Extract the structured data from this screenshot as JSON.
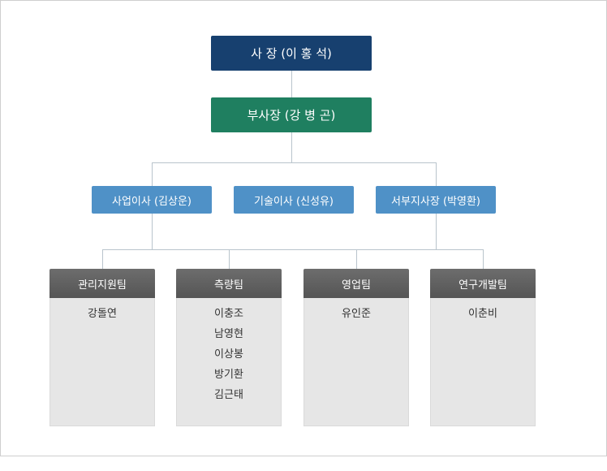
{
  "ceo": "사 장 (이 홍 석)",
  "vice_president": "부사장 (강 병 곤)",
  "directors": [
    "사업이사 (김상운)",
    "기술이사 (신성유)",
    "서부지사장 (박영환)"
  ],
  "teams": [
    {
      "name": "관리지원팀",
      "members": [
        "강돌연"
      ]
    },
    {
      "name": "측량팀",
      "members": [
        "이충조",
        "남영현",
        "이상봉",
        "방기환",
        "김근태"
      ]
    },
    {
      "name": "영업팀",
      "members": [
        "유인준"
      ]
    },
    {
      "name": "연구개발팀",
      "members": [
        "이춘비"
      ]
    }
  ],
  "colors": {
    "ceo": "#17406f",
    "vice_president": "#1f7f60",
    "director": "#4f91c7",
    "team_header": "#606060",
    "team_body": "#e6e6e6",
    "connector": "#b9c4cc"
  }
}
